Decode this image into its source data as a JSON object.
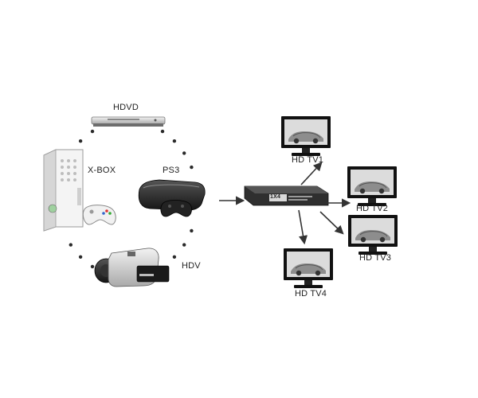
{
  "sources": [
    {
      "id": "hdvd",
      "label": "HDVD",
      "icon": "dvd-player-icon"
    },
    {
      "id": "xbox",
      "label": "X-BOX",
      "icon": "game-console-icon"
    },
    {
      "id": "ps3",
      "label": "PS3",
      "icon": "game-console-icon"
    },
    {
      "id": "hdv",
      "label": "HDV",
      "icon": "camcorder-icon"
    }
  ],
  "splitter": {
    "badge": "1X4",
    "icon": "hdmi-splitter-icon",
    "color": "#3a3a3a"
  },
  "outputs": [
    {
      "id": "tv1",
      "label": "HD TV1",
      "icon": "television-icon"
    },
    {
      "id": "tv2",
      "label": "HD TV2",
      "icon": "television-icon"
    },
    {
      "id": "tv3",
      "label": "HD TV3",
      "icon": "television-icon"
    },
    {
      "id": "tv4",
      "label": "HD TV4",
      "icon": "television-icon"
    }
  ],
  "colors": {
    "arrow": "#333333",
    "dots": "#2a2a2a",
    "device_dark": "#1e1e1e"
  }
}
